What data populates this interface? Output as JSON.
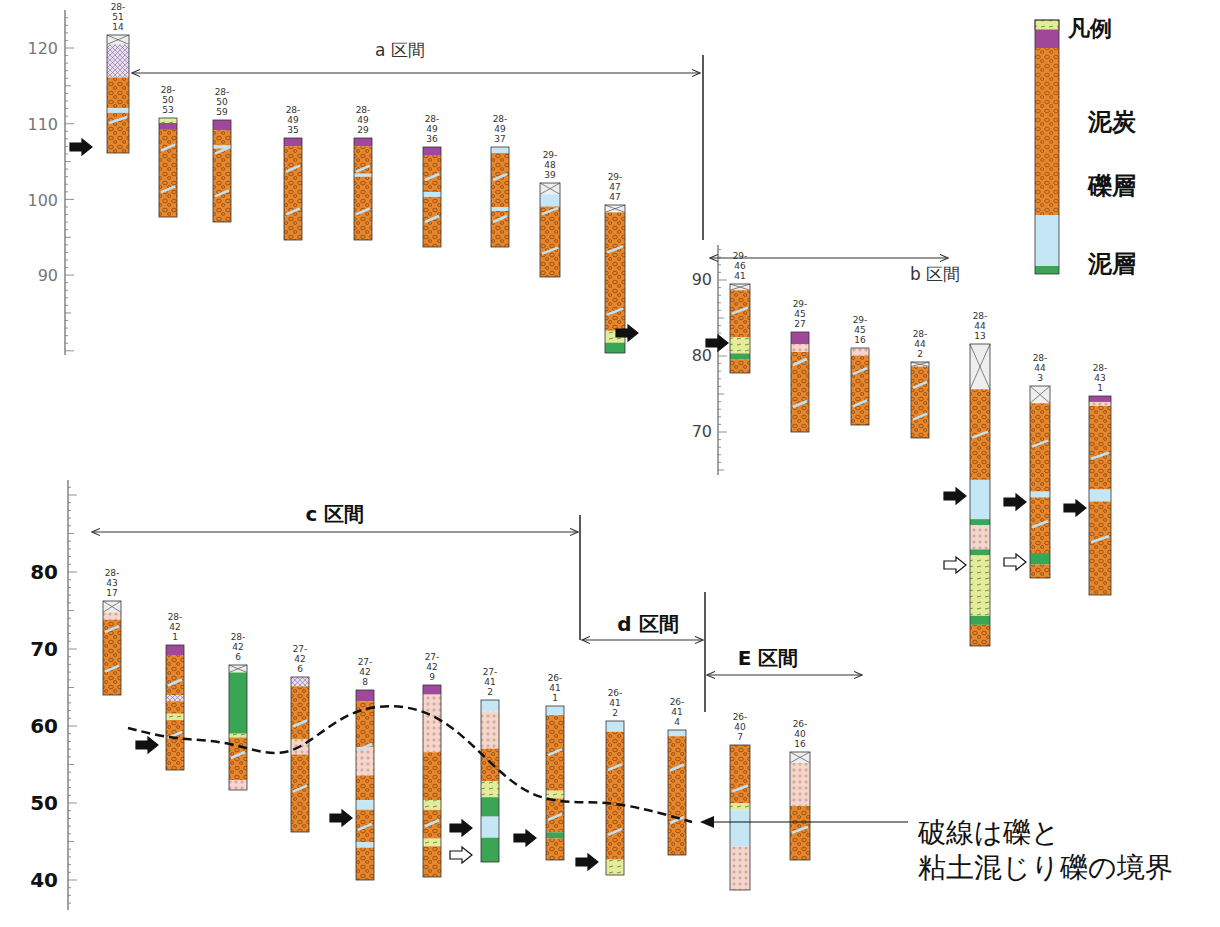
{
  "diagram": {
    "nodes": [
      {
        "text": [
          "28-51 14"
        ]
      },
      {
        "text": [
          "28-50 53"
        ]
      },
      {
        "text": [
          "28-50 59"
        ]
      },
      {
        "text": [
          "28-49 35"
        ]
      },
      {
        "text": [
          "28-49 29"
        ]
      },
      {
        "text": [
          "28-49 36"
        ]
      },
      {
        "text": [
          "28-49 37"
        ]
      },
      {
        "text": [
          "29-48 39"
        ]
      },
      {
        "text": [
          "29-47 47"
        ]
      },
      {
        "text": [
          "29-46 41"
        ]
      },
      {
        "text": [
          "29-45 27"
        ]
      },
      {
        "text": [
          "29-45 16"
        ]
      },
      {
        "text": [
          "28-44 2"
        ]
      },
      {
        "text": [
          "28-44 13"
        ]
      },
      {
        "text": [
          "28-44 3"
        ]
      },
      {
        "text": [
          "28-43 1"
        ]
      },
      {
        "text": [
          "28-43 17"
        ]
      },
      {
        "text": [
          "28-42 1"
        ]
      },
      {
        "text": [
          "28-42 6"
        ]
      },
      {
        "text": [
          "27-42 6"
        ]
      },
      {
        "text": [
          "27-42 8"
        ]
      },
      {
        "text": [
          "27-42 9"
        ]
      },
      {
        "text": [
          "27-41 2"
        ]
      },
      {
        "text": [
          "26-41 1"
        ]
      },
      {
        "text": [
          "26-41 2"
        ]
      },
      {
        "text": [
          "26-41 4"
        ]
      },
      {
        "text": [
          "26-40 7"
        ]
      },
      {
        "text": [
          "26-40 16"
        ]
      }
    ],
    "labels": [
      "a 区間",
      "b 区間",
      "c 区間",
      "d 区間",
      "E 区間",
      "凡例",
      "破線は礫と 粘土混じり礫の境界",
      "120",
      "110",
      "100",
      "90",
      "90",
      "80",
      "70",
      "80",
      "70",
      "60",
      "50",
      "40"
    ],
    "legend": [
      {
        "text": "泥炭",
        "color": "#a0489a"
      },
      {
        "text": "礫層",
        "color": "#e8862c"
      },
      {
        "text": "泥層",
        "color": "#c5e6f5"
      }
    ]
  }
}
